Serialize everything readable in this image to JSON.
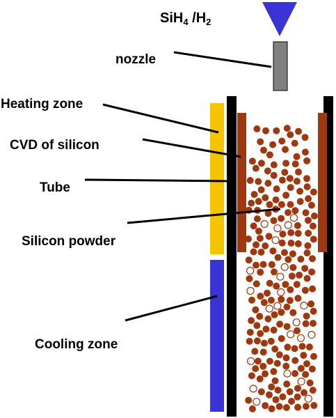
{
  "gas_label": {
    "species": "SiH",
    "sub1": "4",
    "separator": " /H",
    "sub2": "2"
  },
  "labels": {
    "nozzle": "nozzle",
    "heating_zone": "Heating zone",
    "cvd": "CVD of silicon",
    "tube": "Tube",
    "silicon_powder": "Silicon powder",
    "cooling_zone": "Cooling zone"
  },
  "colors": {
    "arrow": "#3a33d6",
    "nozzle": "#808080",
    "heating_zone": "#f5c400",
    "cooling_zone": "#3a33d6",
    "tube_wall": "#000000",
    "cvd_layer": "#a0380f",
    "powder": "#a0380f",
    "powder_hollow": "#ffffff"
  },
  "icons": {
    "arrow": "down-arrow-icon"
  }
}
